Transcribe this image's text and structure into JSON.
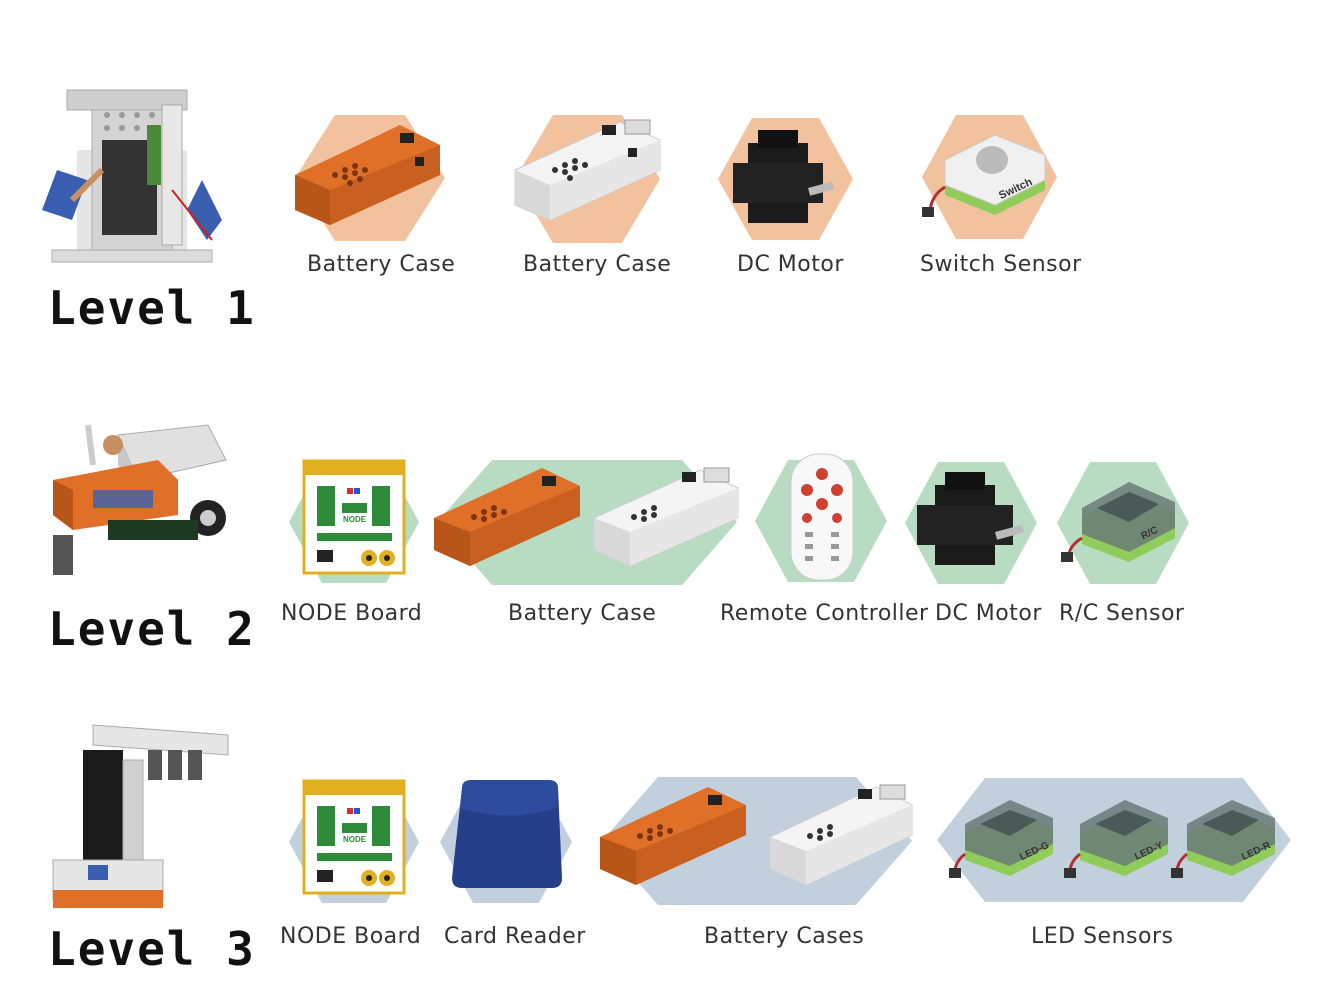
{
  "colors": {
    "level1_hex": "#f2c19e",
    "level2_hex": "#b8dcc2",
    "level3_hex": "#c2d0de",
    "orange": "#e07028",
    "black_part": "#1a1a1a",
    "label": "#333333"
  },
  "levels": [
    {
      "title": "Level 1",
      "robot_icon": "humanoid-robot-model",
      "parts": [
        {
          "label": "Battery Case",
          "icon": "orange-battery-case"
        },
        {
          "label": "Battery Case",
          "icon": "white-battery-case"
        },
        {
          "label": "DC Motor",
          "icon": "dc-motor"
        },
        {
          "label": "Switch Sensor",
          "icon": "switch-sensor"
        }
      ]
    },
    {
      "title": "Level 2",
      "robot_icon": "car-robot-model",
      "parts": [
        {
          "label": "NODE Board",
          "icon": "node-board"
        },
        {
          "label": "Battery Case",
          "icon": "battery-cases"
        },
        {
          "label": "Remote Controller",
          "icon": "remote-controller"
        },
        {
          "label": "DC Motor",
          "icon": "dc-motor"
        },
        {
          "label": "R/C Sensor",
          "icon": "rc-sensor"
        }
      ]
    },
    {
      "title": "Level 3",
      "robot_icon": "crane-robot-model",
      "parts": [
        {
          "label": "NODE Board",
          "icon": "node-board"
        },
        {
          "label": "Card Reader",
          "icon": "card-reader"
        },
        {
          "label": "Battery Cases",
          "icon": "battery-cases"
        },
        {
          "label": "LED Sensors",
          "icon": "led-sensors"
        }
      ],
      "led_tags": [
        "LED-G",
        "LED-Y",
        "LED-R"
      ]
    }
  ],
  "module_text": {
    "switch": "Switch",
    "node": "NODE",
    "rc": "R/C"
  }
}
